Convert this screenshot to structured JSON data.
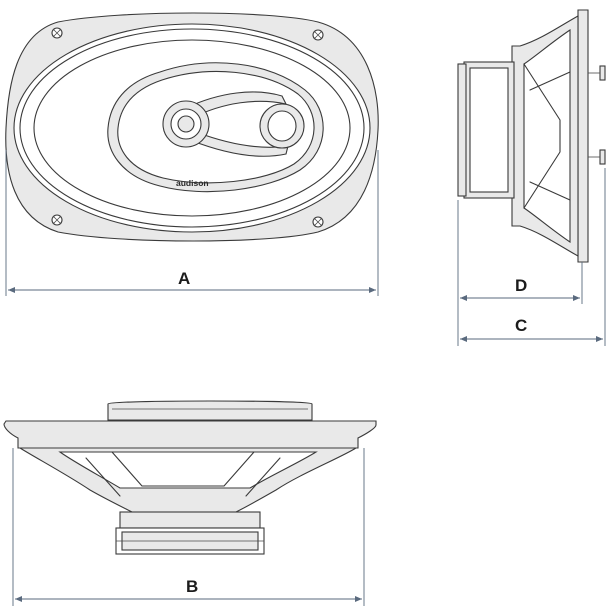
{
  "brand": {
    "logo_text": "audison"
  },
  "dimensions": {
    "a": "A",
    "b": "B",
    "c": "C",
    "d": "D"
  },
  "colors": {
    "line": "#3a3a3a",
    "dimension_line": "#5a6a7e",
    "surface_fill": "#e9e9e9",
    "background": "#ffffff"
  }
}
